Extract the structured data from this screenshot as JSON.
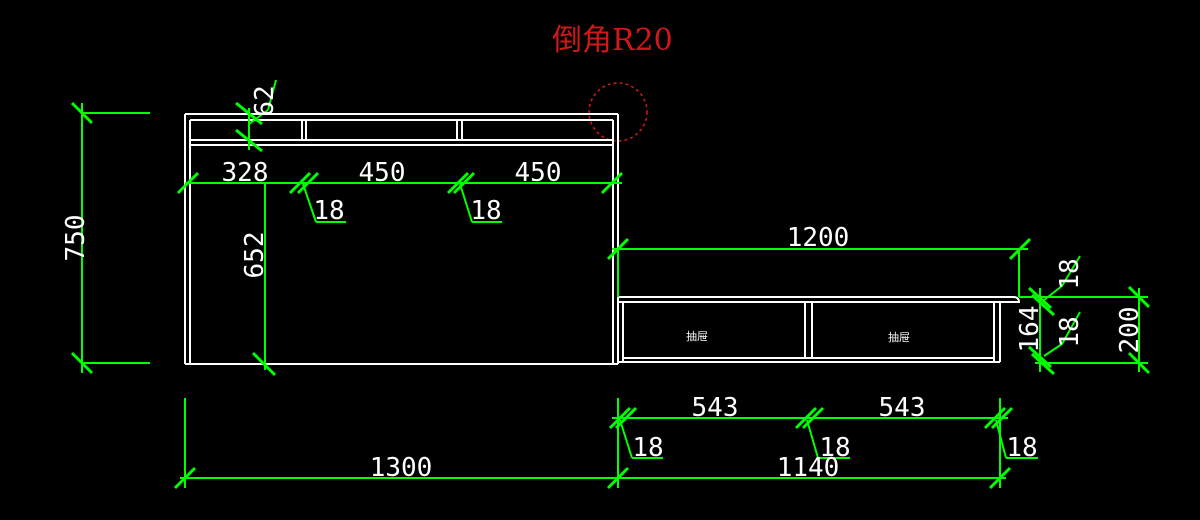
{
  "annotation": {
    "chamfer": "倒角R20",
    "chamfer_color": "#d01818"
  },
  "colors": {
    "background": "#000000",
    "object": "#ffffff",
    "dimension": "#00ff00"
  },
  "drawer_labels": [
    "抽屉",
    "抽屉"
  ],
  "dimensions": {
    "total_height": "750",
    "top_shelf": "62",
    "left_width": "328",
    "bay_width_1": "450",
    "bay_width_2": "450",
    "panel_1": "18",
    "panel_2": "18",
    "inner_height": "652",
    "low_cabinet_width": "1200",
    "top_board": "18",
    "drawer_height": "164",
    "bottom_board": "18",
    "low_cabinet_height": "200",
    "drawer_width_1": "543",
    "drawer_width_2": "543",
    "side_1": "18",
    "side_2": "18",
    "side_3": "18",
    "tall_cabinet_width": "1300",
    "low_cabinet_length": "1140"
  }
}
